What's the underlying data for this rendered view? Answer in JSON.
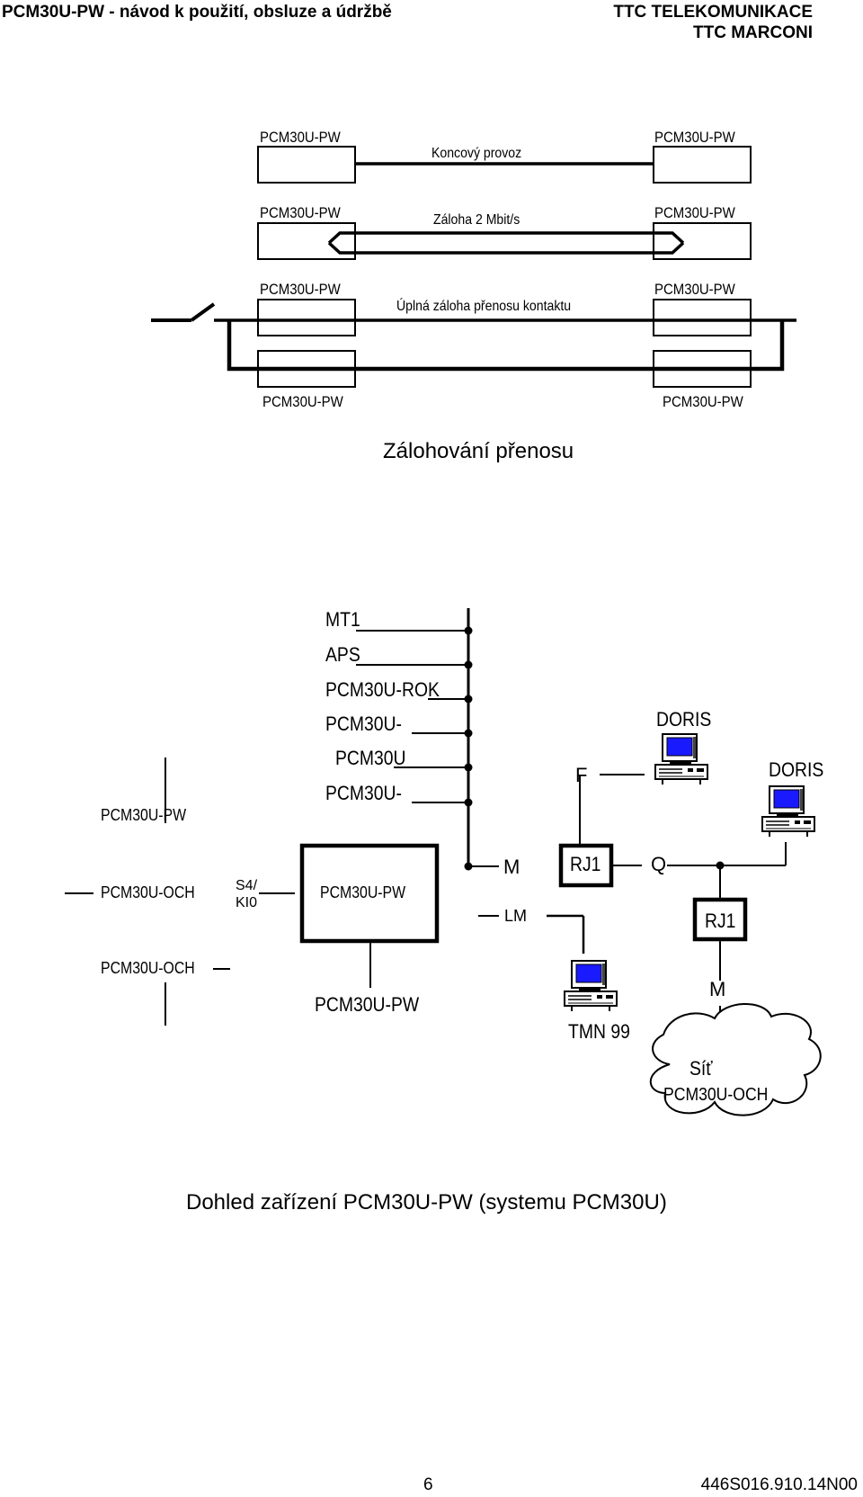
{
  "header": {
    "left": "PCM30U-PW  - návod k použití, obsluze a údržbě",
    "right_line1": "TTC TELEKOMUNIKACE",
    "right_line2": "TTC MARCONI"
  },
  "backup_diagram": {
    "row1": {
      "left": "PCM30U-PW",
      "right": "PCM30U-PW",
      "middle": "Koncový provoz"
    },
    "row2": {
      "left": "PCM30U-PW",
      "right": "PCM30U-PW",
      "middle": "Záloha 2 Mbit/s"
    },
    "row3": {
      "left": "PCM30U-PW",
      "right": "PCM30U-PW",
      "middle": "Úplná záloha přenosu kontaktu"
    },
    "row4": {
      "left": "PCM30U-PW",
      "right": "PCM30U-PW"
    },
    "caption": "Zálohování přenosu"
  },
  "supervision_diagram": {
    "bus_labels": [
      "MT1",
      "APS",
      "PCM30U-ROK",
      "PCM30U-",
      "PCM30U",
      "PCM30U-"
    ],
    "left_top": "PCM30U-PW",
    "left_och1": "PCM30U-OCH",
    "left_och2": "PCM30U-OCH",
    "s4_line1": "S4/",
    "s4_line2": "KI0",
    "center_box": "PCM30U-PW",
    "below_box": "PCM30U-PW",
    "m_label": "M",
    "lm_label": "LM",
    "f_label": "F",
    "rj1_a": "RJ1",
    "q_label": "Q",
    "rj1_b": "RJ1",
    "m2_label": "M",
    "doris1": "DORIS",
    "doris2": "DORIS",
    "tmn": "TMN 99",
    "cloud_line1": "Síť",
    "cloud_line2": "PCM30U-OCH",
    "caption": "Dohled zařízení PCM30U-PW (systemu PCM30U)"
  },
  "footer": {
    "page": "6",
    "doc_code": "446S016.910.14N00"
  },
  "icons": {
    "terminal": "computer-terminal-icon",
    "cloud": "network-cloud-icon",
    "switch": "switch-contact-icon"
  },
  "colors": {
    "screen": "#1a1aff",
    "line": "#000000"
  }
}
